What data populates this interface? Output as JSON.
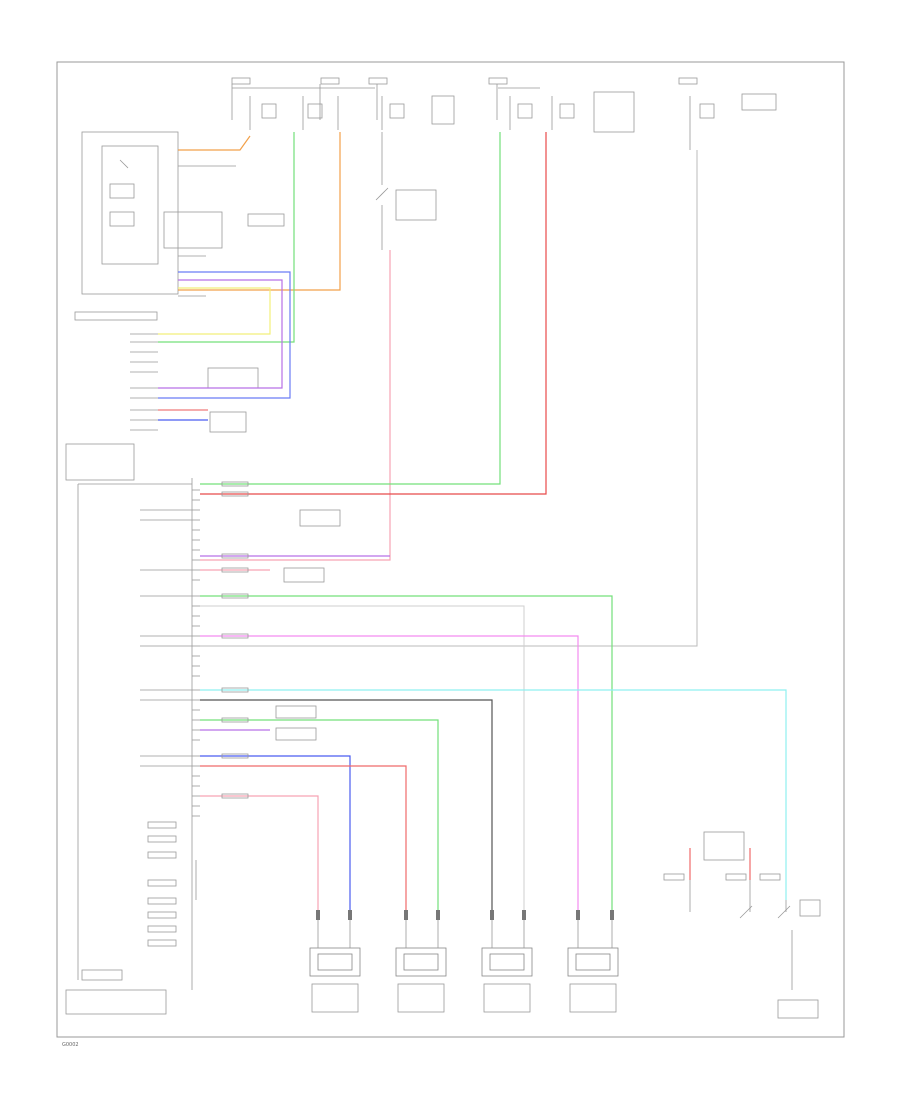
{
  "diagram_id": "G0002",
  "wire_colors": {
    "orange": "#f2a04a",
    "green": "#73e07a",
    "red": "#ef5a5a",
    "pink": "#f6a3b4",
    "blue": "#4a5cf0",
    "purple": "#b870e6",
    "yellow": "#f2ef7a",
    "cyan": "#8ff0f0",
    "magenta": "#f48cf0",
    "gray": "#9a9a9a",
    "dark": "#555555"
  },
  "sensors": [
    {
      "wire_colors": [
        "pink",
        "blue"
      ]
    },
    {
      "wire_colors": [
        "red",
        "green"
      ]
    },
    {
      "wire_colors": [
        "dark",
        "gray"
      ]
    },
    {
      "wire_colors": [
        "magenta",
        "green"
      ]
    }
  ]
}
